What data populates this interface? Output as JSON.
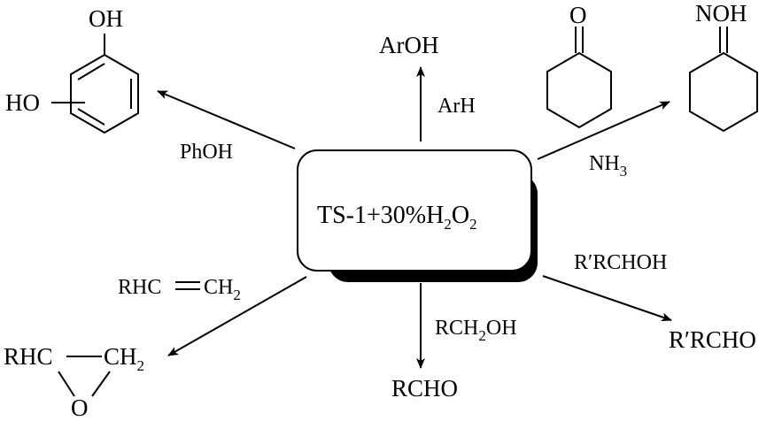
{
  "center": {
    "prefix": "TS-1+30%H",
    "sub1": "2",
    "mid": "O",
    "sub2": "2"
  },
  "routes": {
    "up": {
      "reagent": "ArH",
      "product": "ArOH"
    },
    "upper_left": {
      "reagent": "PhOH",
      "product_oh_top": "OH",
      "product_oh_side": "HO"
    },
    "upper_right": {
      "reagent_base": "NH",
      "reagent_sub": "3",
      "ketone_o": "O",
      "oxime_label": "NOH"
    },
    "lower_right": {
      "reagent": "R′RCHOH",
      "product": "R′RCHO"
    },
    "down": {
      "reagent_pre": "RCH",
      "reagent_sub": "2",
      "reagent_post": "OH",
      "product": "RCHO"
    },
    "lower_left": {
      "reagent_left": "RHC",
      "reagent_right_base": "CH",
      "reagent_right_sub": "2",
      "product_left": "RHC",
      "product_right_base": "CH",
      "product_right_sub": "2",
      "product_o": "O"
    }
  },
  "colors": {
    "line": "#000000",
    "box_fill": "#ffffff",
    "shadow": "#000000"
  }
}
